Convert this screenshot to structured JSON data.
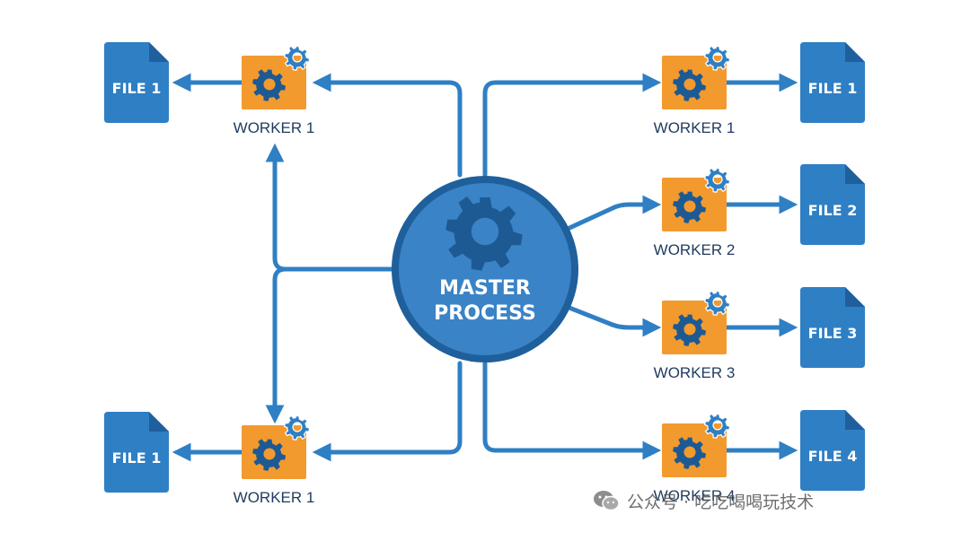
{
  "master": {
    "line1": "MASTER",
    "line2": "PROCESS"
  },
  "left_workers": [
    {
      "worker_label": "WORKER 1",
      "file_label": "FILE 1"
    },
    {
      "worker_label": "WORKER 1",
      "file_label": "FILE 1"
    }
  ],
  "right_workers": [
    {
      "worker_label": "WORKER 1",
      "file_label": "FILE 1"
    },
    {
      "worker_label": "WORKER 2",
      "file_label": "FILE 2"
    },
    {
      "worker_label": "WORKER 3",
      "file_label": "FILE 3"
    },
    {
      "worker_label": "WORKER 4",
      "file_label": "FILE 4"
    }
  ],
  "watermark": {
    "text": "公众号 · 吃吃喝喝玩技术"
  },
  "colors": {
    "blue": "#2f7fc4",
    "file_blue": "#2f7fc4",
    "master_fill": "#3a83c6",
    "master_border": "#1f5f9c",
    "gear_dark": "#1d5a94",
    "worker_orange": "#f29a2e",
    "label_navy": "#1e3a5f"
  }
}
